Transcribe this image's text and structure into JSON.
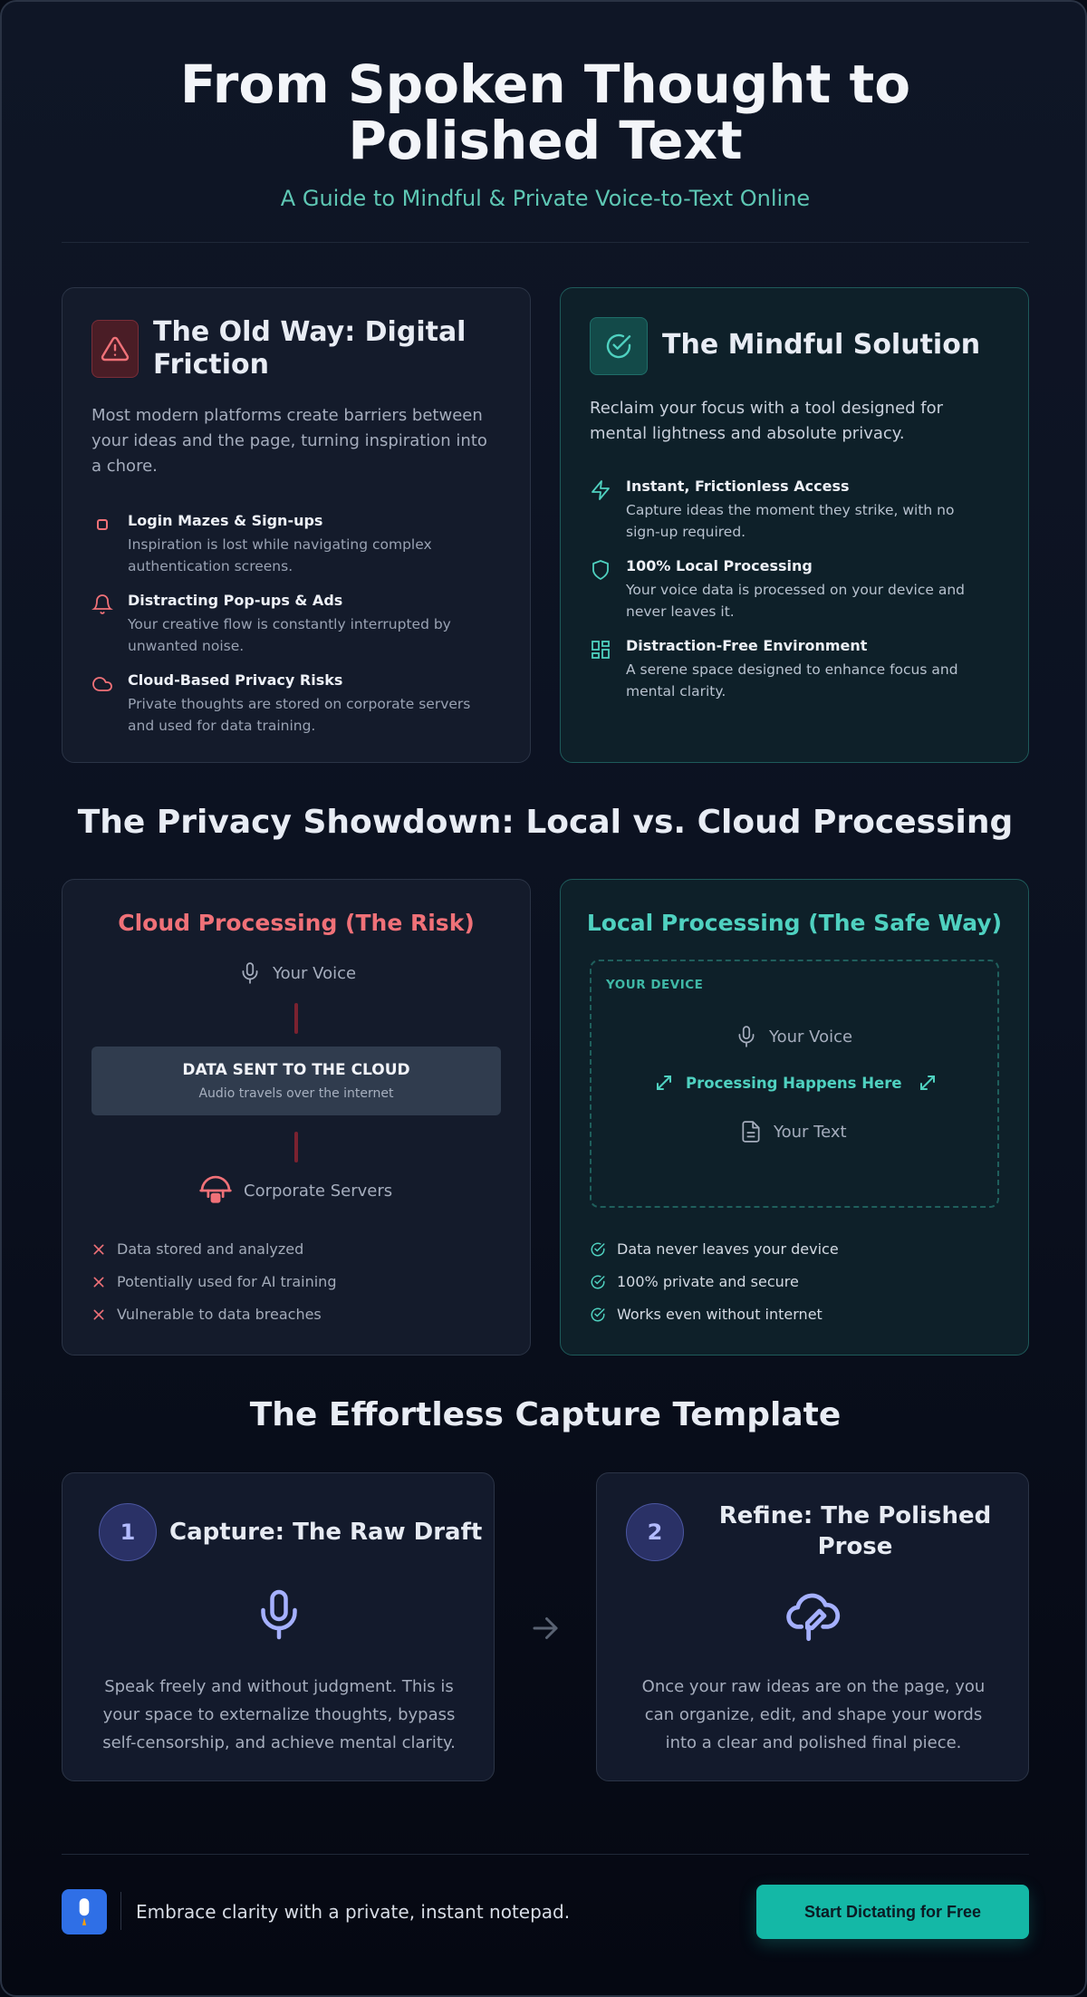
{
  "header": {
    "title_line1": "From Spoken Thought to",
    "title_line2": "Polished Text",
    "subtitle": "A Guide to Mindful & Private Voice-to-Text Online"
  },
  "old_way": {
    "title_line1": "The Old Way: Digital",
    "title_line2": "Friction",
    "intro_line1": "Most modern platforms create barriers between",
    "intro_line2": "your ideas and the page, turning inspiration into",
    "intro_line3": "a chore.",
    "items": [
      {
        "title": "Login Mazes & Sign-ups",
        "desc1": "Inspiration is lost while navigating complex",
        "desc2": "authentication screens.",
        "icon": "login-box-icon"
      },
      {
        "title": "Distracting Pop-ups & Ads",
        "desc1": "Your creative flow is constantly interrupted by",
        "desc2": "unwanted noise.",
        "icon": "bell-icon"
      },
      {
        "title": "Cloud-Based Privacy Risks",
        "desc1": "Private thoughts are stored on corporate servers",
        "desc2": "and used for data training.",
        "icon": "cloud-icon"
      }
    ]
  },
  "solution": {
    "title": "The Mindful Solution",
    "intro_line1": "Reclaim your focus with a tool designed for",
    "intro_line2": "mental lightness and absolute privacy.",
    "items": [
      {
        "title": "Instant, Frictionless Access",
        "desc1": "Capture ideas the moment they strike, with no",
        "desc2": "sign-up required.",
        "icon": "lightning-icon"
      },
      {
        "title": "100% Local Processing",
        "desc1": "Your voice data is processed on your device and",
        "desc2": "never leaves it.",
        "icon": "shield-icon"
      },
      {
        "title": "Distraction-Free Environment",
        "desc1": "A serene space designed to enhance focus and",
        "desc2": "mental clarity.",
        "icon": "layout-grid-icon"
      }
    ]
  },
  "showdown": {
    "title": "The Privacy Showdown: Local vs. Cloud Processing",
    "cloud": {
      "title": "Cloud Processing (The Risk)",
      "voice": "Your Voice",
      "box_title": "DATA SENT TO THE CLOUD",
      "box_sub": "Audio travels over the internet",
      "servers": "Corporate Servers",
      "risks": [
        "Data stored and analyzed",
        "Potentially used for AI training",
        "Vulnerable to data breaches"
      ]
    },
    "local": {
      "title": "Local Processing (The Safe Way)",
      "device_label": "YOUR DEVICE",
      "voice": "Your Voice",
      "processing": "Processing Happens Here",
      "text": "Your Text",
      "benefits": [
        "Data never leaves your device",
        "100% private and secure",
        "Works even without internet"
      ]
    }
  },
  "template": {
    "title": "The Effortless Capture Template",
    "step1": {
      "num": "1",
      "title": "Capture: The Raw Draft",
      "desc1": "Speak freely and without judgment. This is",
      "desc2": "your space to externalize thoughts, bypass",
      "desc3": "self-censorship, and achieve mental clarity."
    },
    "step2": {
      "num": "2",
      "title_line1": "Refine: The Polished",
      "title_line2": "Prose",
      "desc1": "Once your raw ideas are on the page, you",
      "desc2": "can organize, edit, and shape your words",
      "desc3": "into a clear and polished final piece."
    }
  },
  "footer": {
    "tagline": "Embrace clarity with a private, instant notepad.",
    "cta": "Start Dictating for Free"
  },
  "colors": {
    "accent_teal": "#14b8a6",
    "risk_red": "#f07178",
    "indigo": "#a5b0ff",
    "background": "#0b1120"
  }
}
